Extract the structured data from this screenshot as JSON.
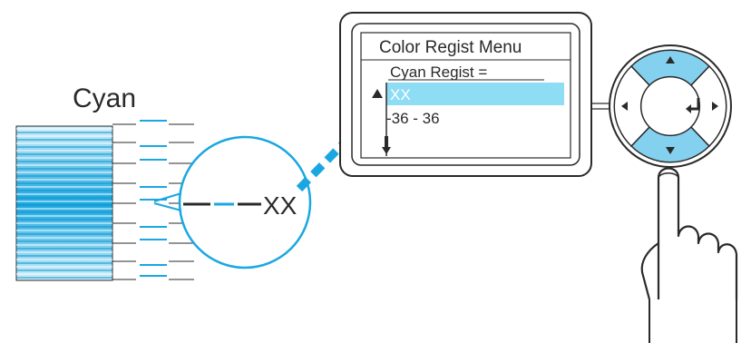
{
  "colors": {
    "accent": "#1aa7e1",
    "accent_light": "#8ed8f3",
    "highlight": "#8fdcf5",
    "key_fill": "#84d0ef",
    "line": "#2a2a2a"
  },
  "swatch": {
    "label": "Cyan",
    "marker_text": "XX"
  },
  "lcd": {
    "title": "Color Regist Menu",
    "setting_label": "Cyan Regist =",
    "current_value": "XX",
    "range_text": "-36 - 36",
    "scroll_up_icon": "triangle-up",
    "scroll_down_icon": "arrow-down"
  },
  "keypad": {
    "up_icon": "triangle-up",
    "down_icon": "triangle-down",
    "left_icon": "triangle-left",
    "right_icon": "triangle-right",
    "enter_icon": "enter-return-arrow"
  }
}
